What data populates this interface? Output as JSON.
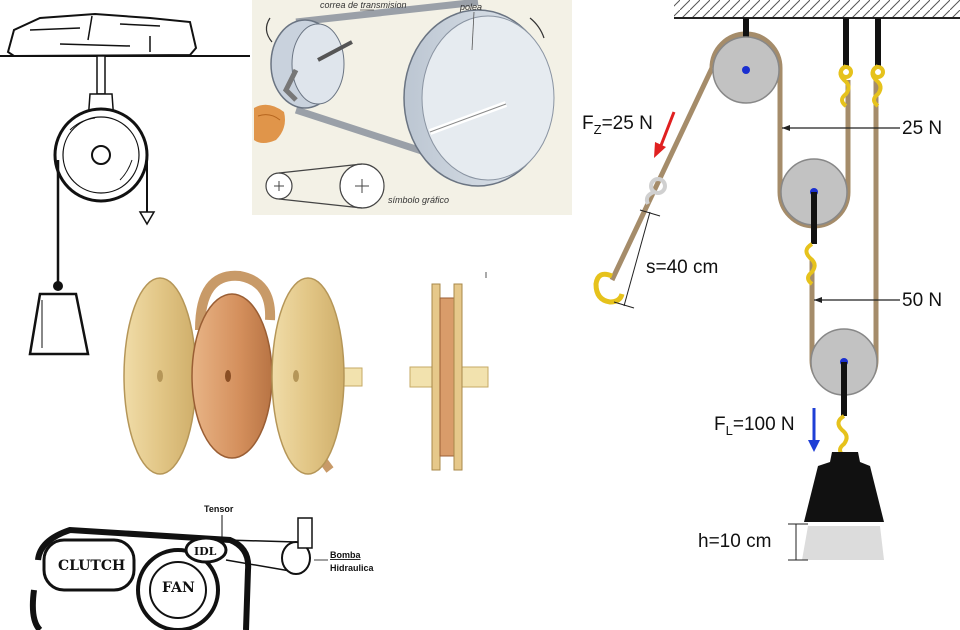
{
  "belt_panel": {
    "belt_label": "correa de transmision",
    "pulley_label": "polea",
    "symbol_label": "símbolo gráfico"
  },
  "belt_drive_panel": {
    "tensor_label": "Tensor",
    "pump_label_line1": "Bomba",
    "pump_label_line2": "Hidraulica",
    "clutch_label": "CLUTCH",
    "idler_label": "IDL",
    "fan_label": "FAN"
  },
  "block_tackle": {
    "pull_force_prefix": "F",
    "pull_force_sub": "Z",
    "pull_force_value": "=25 N",
    "rope_tension_1": "25 N",
    "rope_tension_2": "50 N",
    "distance_label": "s=40 cm",
    "load_force_prefix": "F",
    "load_force_sub": "L",
    "load_force_value": "=100 N",
    "height_label": "h=10 cm"
  },
  "colors": {
    "rope": "#a58c6a",
    "pulley_gray": "#c2c2c2",
    "hook_yellow": "#e6c21c",
    "pull_arrow": "#e02020",
    "load_arrow": "#1f3fd6",
    "disk_tan": "#e3c98a",
    "disk_copper": "#d99c6a"
  }
}
